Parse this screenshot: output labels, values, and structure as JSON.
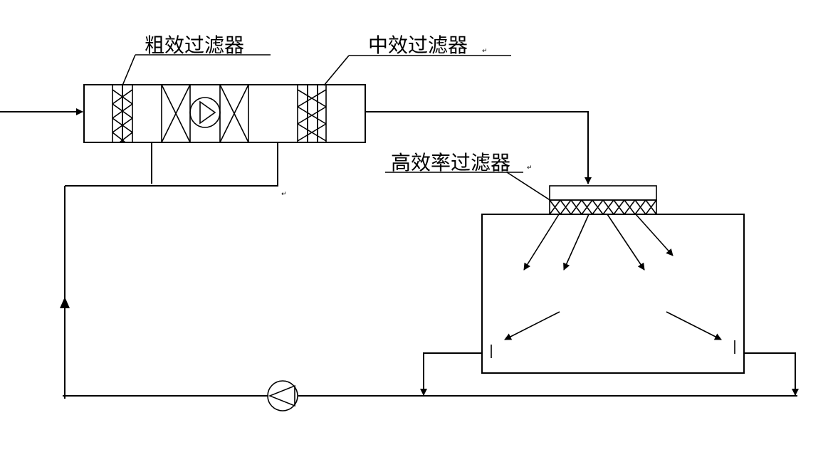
{
  "labels": {
    "coarse_filter": "粗效过滤器",
    "medium_filter": "中效过滤器",
    "hepa_filter": "高效率过滤器",
    "return_mark": "↵"
  },
  "colors": {
    "line": "#000000",
    "background": "#ffffff"
  }
}
